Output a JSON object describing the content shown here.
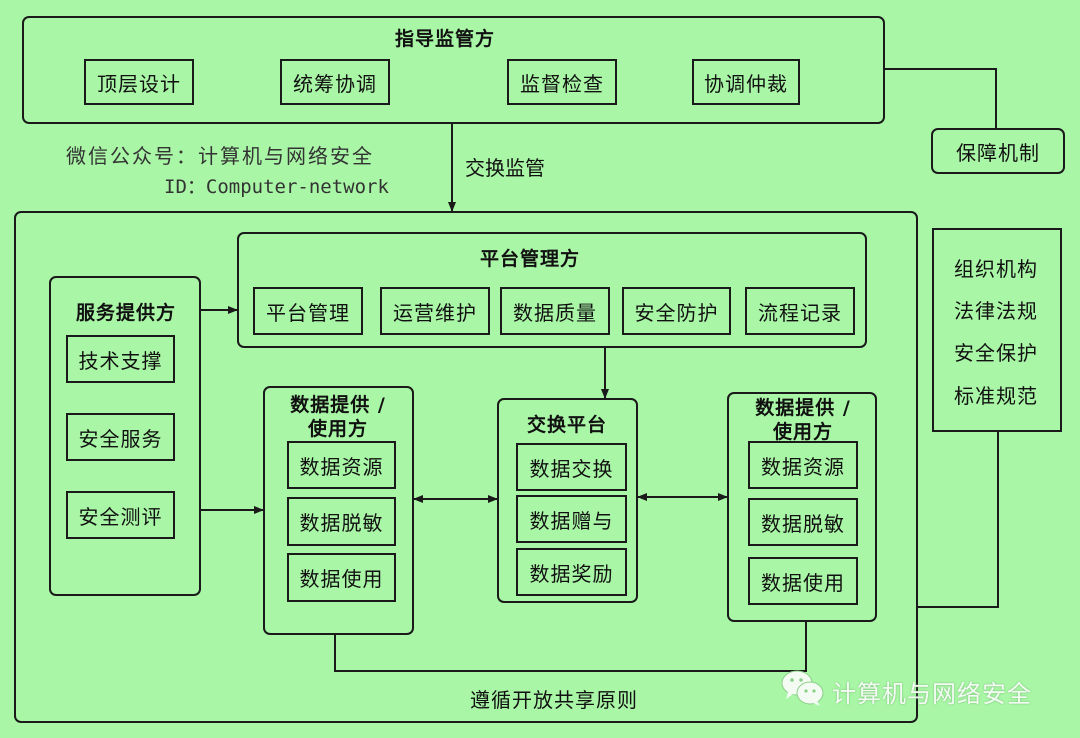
{
  "colors": {
    "background": "#a9f7a6",
    "line": "#1a1a1a",
    "watermark": "#f4fbf3"
  },
  "supervisor": {
    "title": "指导监管方",
    "items": [
      "顶层设计",
      "统筹协调",
      "监督检查",
      "协调仲裁"
    ]
  },
  "credit": {
    "line1": "微信公众号：计算机与网络安全",
    "line2": "ID：Computer-network"
  },
  "exchange_supervision_label": "交换监管",
  "guarantee": {
    "title": "保障机制",
    "items": [
      "组织机构",
      "法律法规",
      "安全保护",
      "标准规范"
    ]
  },
  "service_provider": {
    "title": "服务提供方",
    "items": [
      "技术支撑",
      "安全服务",
      "安全测评"
    ]
  },
  "platform_manager": {
    "title": "平台管理方",
    "items": [
      "平台管理",
      "运营维护",
      "数据质量",
      "安全防护",
      "流程记录"
    ]
  },
  "data_party_left": {
    "title_line1": "数据提供 /",
    "title_line2": "使用方",
    "items": [
      "数据资源",
      "数据脱敏",
      "数据使用"
    ]
  },
  "exchange_platform": {
    "title": "交换平台",
    "items": [
      "数据交换",
      "数据赠与",
      "数据奖励"
    ]
  },
  "data_party_right": {
    "title_line1": "数据提供 /",
    "title_line2": "使用方",
    "items": [
      "数据资源",
      "数据脱敏",
      "数据使用"
    ]
  },
  "principle_label": "遵循开放共享原则",
  "watermark": {
    "icon": "wechat-icon",
    "text": "计算机与网络安全"
  }
}
